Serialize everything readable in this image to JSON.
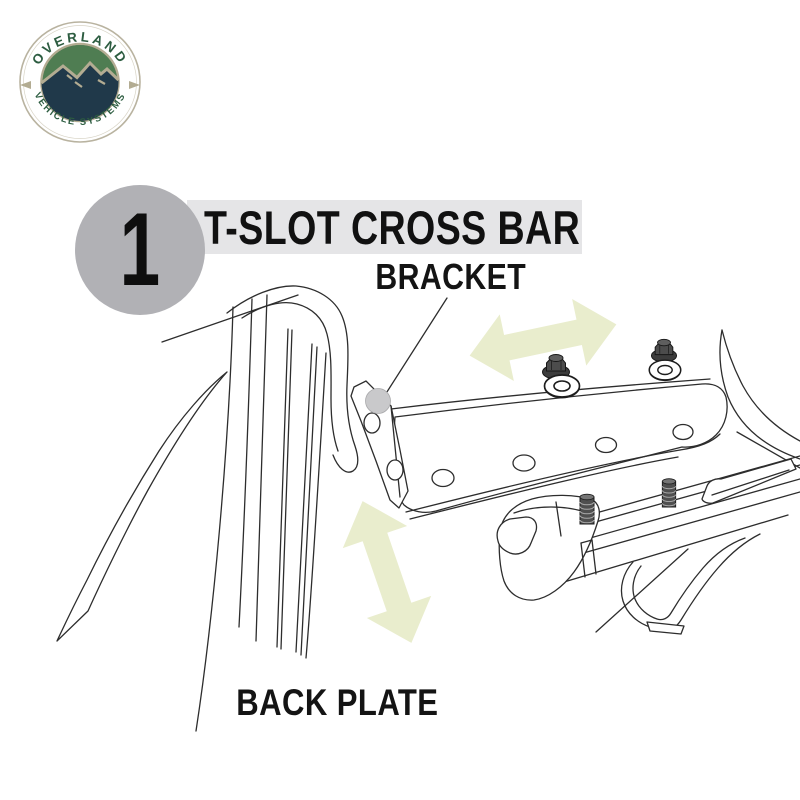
{
  "logo": {
    "arc_top": "OVERLAND",
    "arc_bottom": "VEHICLE SYSTEMS"
  },
  "step": {
    "number": "1"
  },
  "title": {
    "text": "T-SLOT CROSS BAR"
  },
  "labels": {
    "bracket": "BRACKET",
    "back_plate": "BACK PLATE"
  },
  "colors": {
    "arrow": "#e9edcd",
    "step_circle": "#b1b1b5",
    "title_banner": "#e5e5e7",
    "line": "#2d2d2d",
    "marker_dot": "#c9c9cb",
    "logo_navy": "#20394a",
    "logo_green": "#4f7d52",
    "logo_tan": "#b3ac92",
    "logo_text_green": "#2c5c40"
  }
}
